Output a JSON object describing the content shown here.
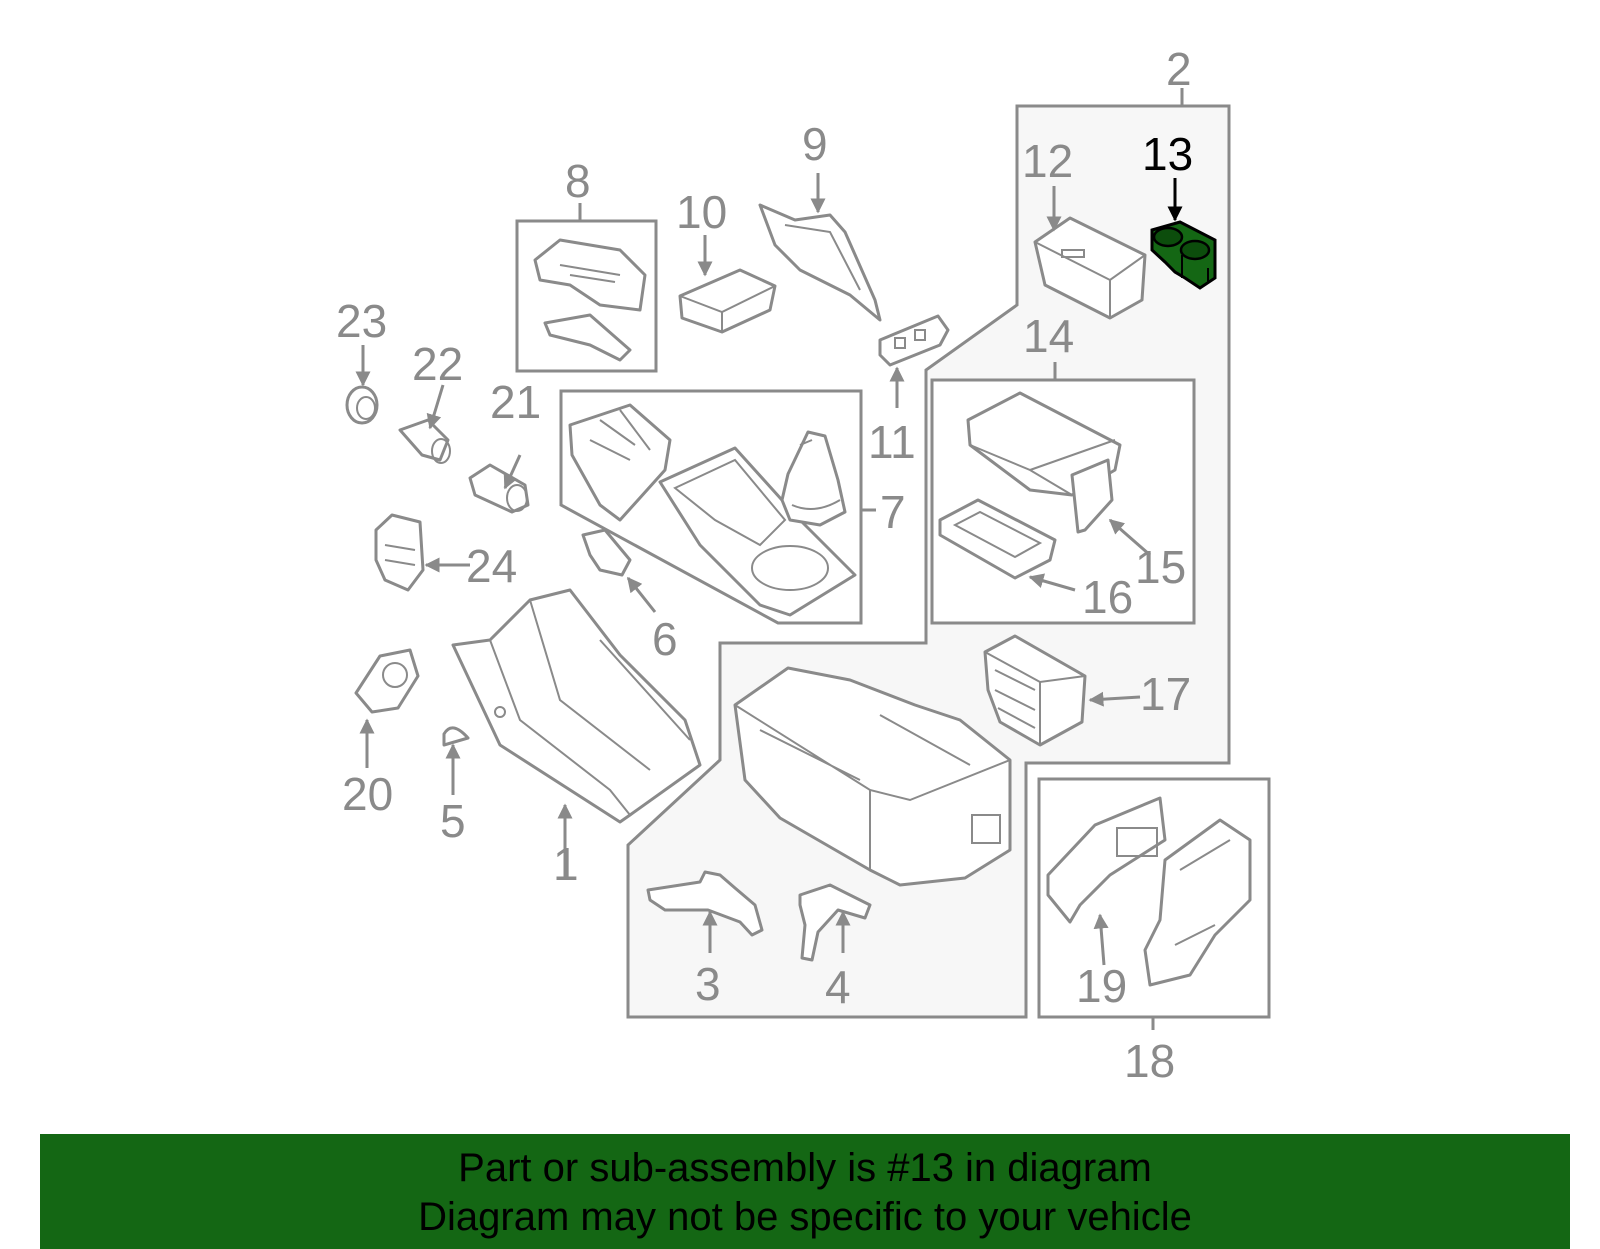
{
  "diagram": {
    "highlighted_part": "13",
    "highlight_color": "#146714",
    "line_color": "#8a8a8a",
    "callouts": [
      "1",
      "2",
      "3",
      "4",
      "5",
      "6",
      "7",
      "8",
      "9",
      "10",
      "11",
      "12",
      "13",
      "14",
      "15",
      "16",
      "17",
      "18",
      "19",
      "20",
      "21",
      "22",
      "23",
      "24"
    ]
  },
  "banner": {
    "line1": "Part or sub-assembly is #13 in diagram",
    "line2": "Diagram may not be specific to your vehicle",
    "background": "#146714"
  }
}
